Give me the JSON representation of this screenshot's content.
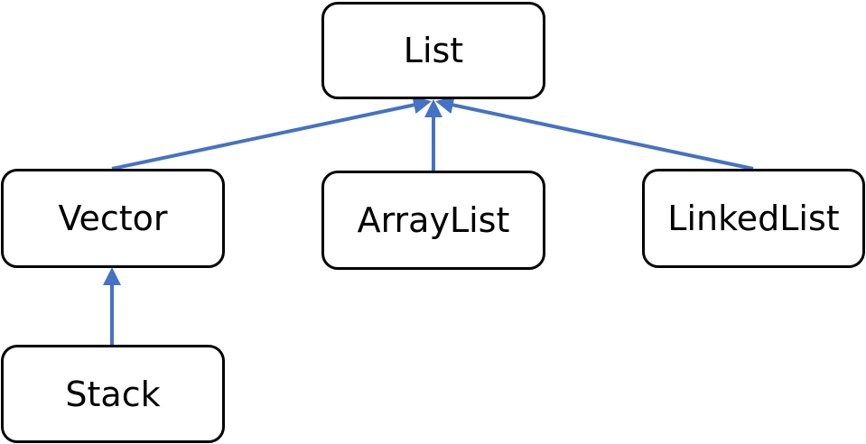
{
  "colors": {
    "arrow": "#4472C4",
    "node_border": "#000000",
    "node_fill": "#FFFFFF",
    "text": "#000000"
  },
  "nodes": {
    "list": "List",
    "vector": "Vector",
    "arraylist": "ArrayList",
    "linkedlist": "LinkedList",
    "stack": "Stack"
  },
  "edges": [
    {
      "from": "Vector",
      "to": "List"
    },
    {
      "from": "ArrayList",
      "to": "List"
    },
    {
      "from": "LinkedList",
      "to": "List"
    },
    {
      "from": "Stack",
      "to": "Vector"
    }
  ]
}
